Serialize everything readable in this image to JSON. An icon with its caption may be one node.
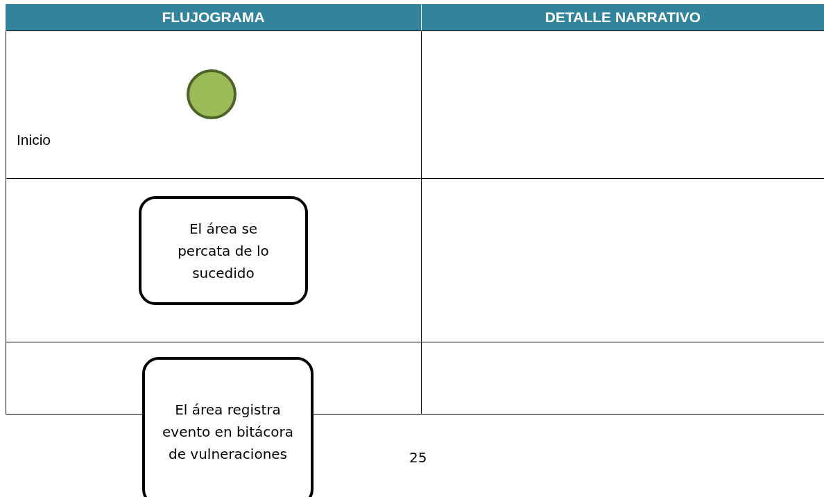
{
  "diagram": {
    "nodes": [
      {
        "text": [],
        "shape": "circle"
      },
      {
        "text": [
          "El área se percata de lo sucedido"
        ]
      },
      {
        "text": [
          "El área registra evento en bitácora de vulneraciones"
        ]
      }
    ],
    "labels": [
      "FLUJOGRAMA",
      "DETALLE NARRATIVO",
      "Inicio",
      "25"
    ]
  }
}
